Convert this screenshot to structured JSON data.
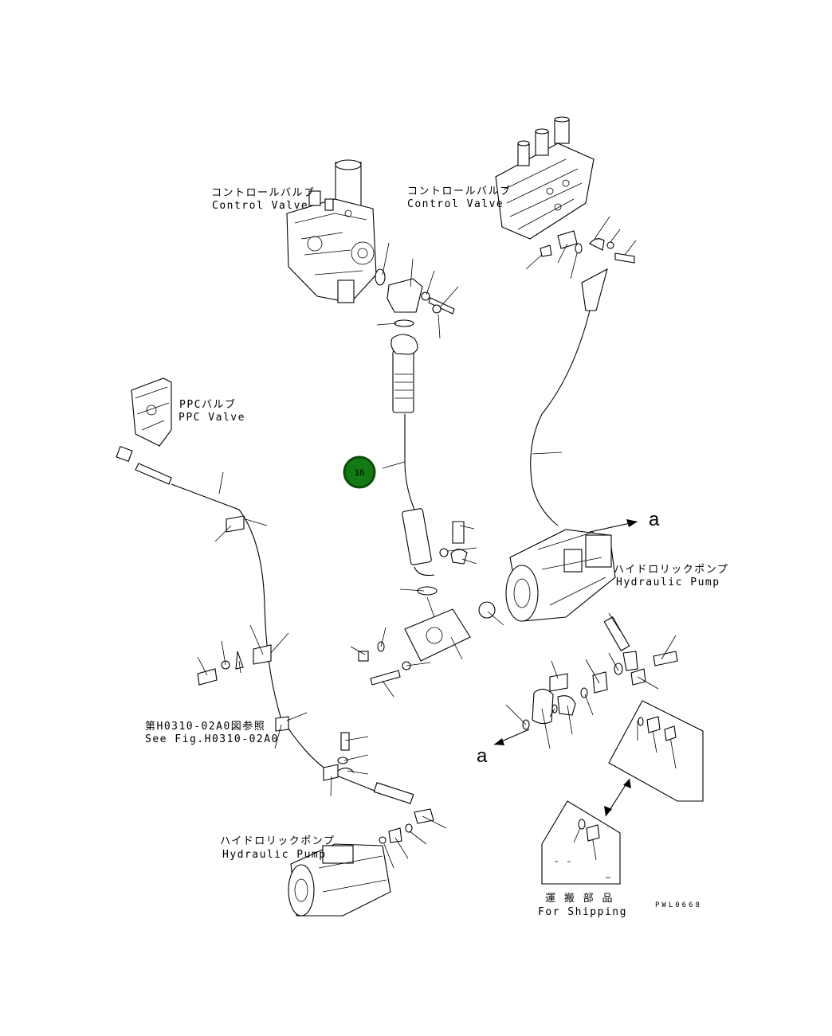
{
  "labels": {
    "control_valve_left_jp": "コントロールバルブ",
    "control_valve_left_en": "Control Valve",
    "control_valve_right_jp": "コントロールバルブ",
    "control_valve_right_en": "Control Valve",
    "ppc_valve_jp": "PPCバルブ",
    "ppc_valve_en": "PPC Valve",
    "hydraulic_pump_right_jp": "ハイドロリックポンプ",
    "hydraulic_pump_right_en": "Hydraulic Pump",
    "hydraulic_pump_left_jp": "ハイドロリックポンプ",
    "hydraulic_pump_left_en": "Hydraulic Pump",
    "see_fig_jp": "第H0310-02A0図参照",
    "see_fig_en": "See Fig.H0310-02A0",
    "shipping_jp": "運 搬 部 品",
    "shipping_en": "For Shipping",
    "ref_a_top": "a",
    "ref_a_bottom": "a",
    "drawing_code": "PWL0668"
  },
  "callouts": [
    {
      "number": "16",
      "color": "#137a13",
      "ring": "#0a4d0a",
      "text_color": "#ffffff"
    }
  ]
}
